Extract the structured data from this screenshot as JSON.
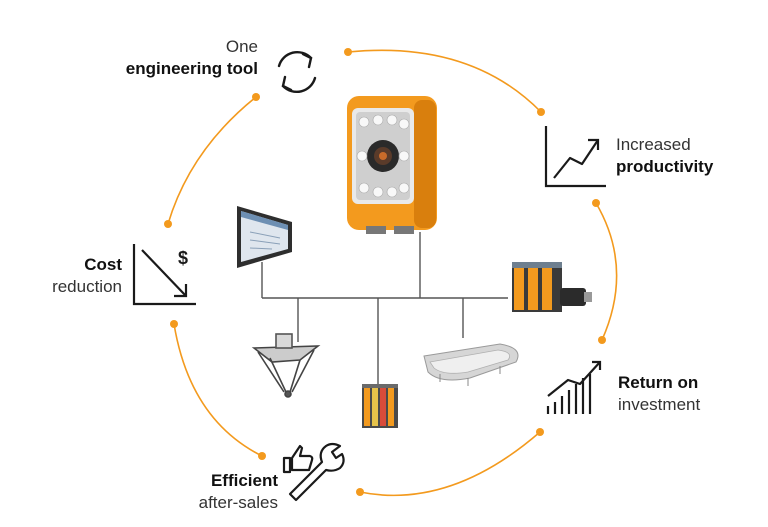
{
  "colors": {
    "accent": "#f39a1e",
    "line": "#555555",
    "icon": "#1a1a1a"
  },
  "benefits": [
    {
      "id": "engineering",
      "light": "One",
      "bold": "engineering tool",
      "icon": "refresh-cycle-icon",
      "light_first": true
    },
    {
      "id": "productivity",
      "light": "Increased",
      "bold": "productivity",
      "icon": "trend-up-chart-icon",
      "light_first": true
    },
    {
      "id": "roi",
      "light": "investment",
      "bold": "Return on",
      "icon": "bar-growth-chart-icon",
      "light_first": false
    },
    {
      "id": "aftersales",
      "light": "after-sales",
      "bold": "Efficient",
      "icon": "thumbs-up-wrench-icon",
      "light_first": false
    },
    {
      "id": "cost",
      "light": "reduction",
      "bold": "Cost",
      "icon": "cost-down-chart-icon",
      "light_first": false
    }
  ],
  "devices": [
    {
      "id": "smart-camera",
      "icon": "smart-camera-icon"
    },
    {
      "id": "hmi-panel",
      "icon": "hmi-panel-icon"
    },
    {
      "id": "servo-drive",
      "icon": "servo-drive-icon"
    },
    {
      "id": "delta-robot",
      "icon": "delta-robot-icon"
    },
    {
      "id": "io-module",
      "icon": "io-module-icon"
    },
    {
      "id": "track-system",
      "icon": "track-system-icon"
    }
  ]
}
